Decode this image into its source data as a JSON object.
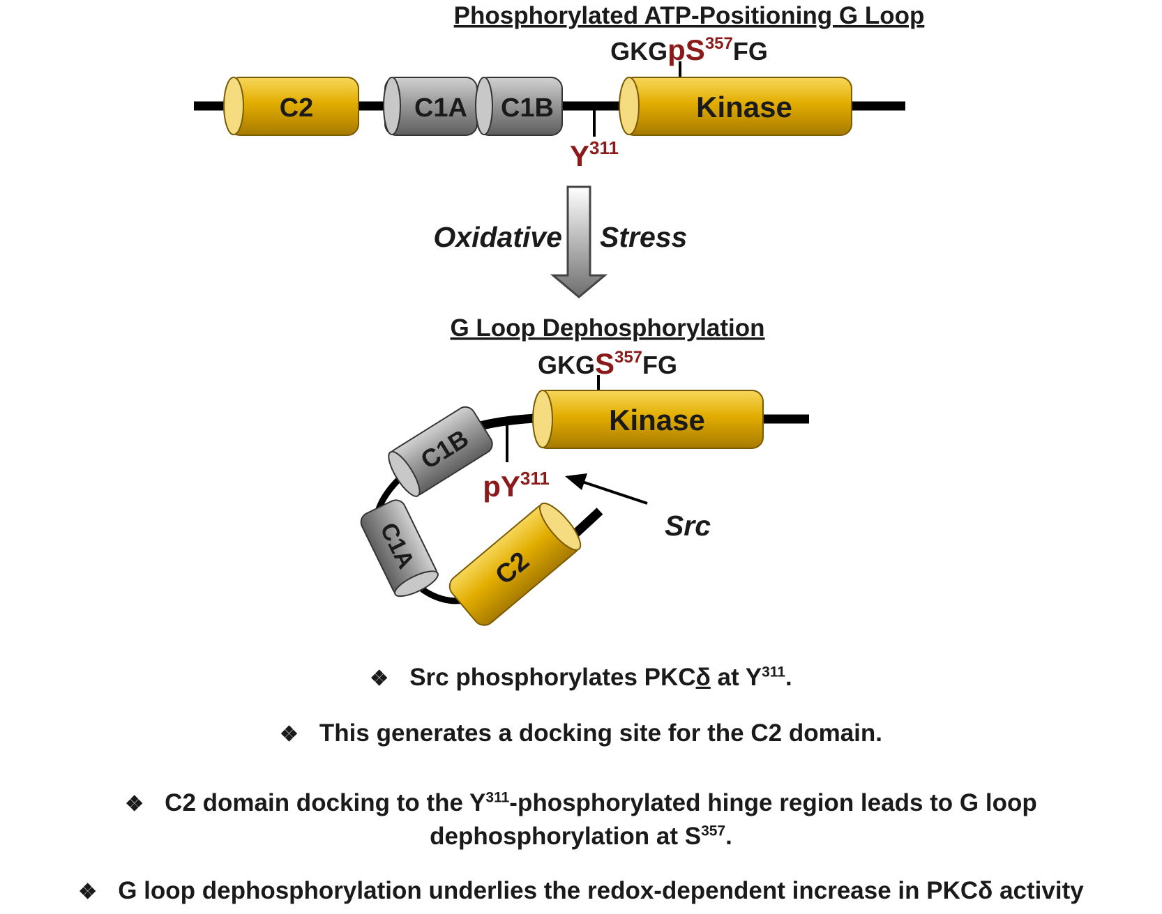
{
  "top": {
    "title": "Phosphorylated ATP-Positioning G Loop",
    "seq_pre": "GKG",
    "seq_p": "pS",
    "seq_site_sup": "357",
    "seq_post": "FG",
    "domains": {
      "c2": "C2",
      "c1a": "C1A",
      "c1b": "C1B",
      "kinase": "Kinase"
    },
    "tyr": "Y",
    "tyr_sup": "311"
  },
  "arrow": {
    "left": "Oxidative",
    "right": "Stress"
  },
  "bottom": {
    "title": "G Loop Dephosphorylation",
    "seq_pre": "GKG",
    "seq_site": "S",
    "seq_site_sup": "357",
    "seq_post": "FG",
    "domains": {
      "c2": "C2",
      "c1a": "C1A",
      "c1b": "C1B",
      "kinase": "Kinase"
    },
    "ptyr": "pY",
    "ptyr_sup": "311",
    "src": "Src"
  },
  "bullets": {
    "symbol": "❖",
    "b1_pre": "Src phosphorylates PKC",
    "b1_delta": "δ",
    "b1_mid": " at Y",
    "b1_sup": "311",
    "b1_post": ".",
    "b2": "This generates a docking site for the C2 domain.",
    "b3_pre": "C2 domain docking to the Y",
    "b3_sup": "311",
    "b3_post": "-phosphorylated hinge region leads to G loop",
    "b3_line2_pre": "dephosphorylation at S",
    "b3_line2_sup": "357",
    "b3_line2_post": ".",
    "b4": "G loop dephosphorylation underlies the redox-dependent increase in PKCδ activity"
  },
  "colors": {
    "gold": "#e6b000",
    "gray": "#8a8a8a",
    "red": "#8b1a1a",
    "black": "#000000"
  }
}
